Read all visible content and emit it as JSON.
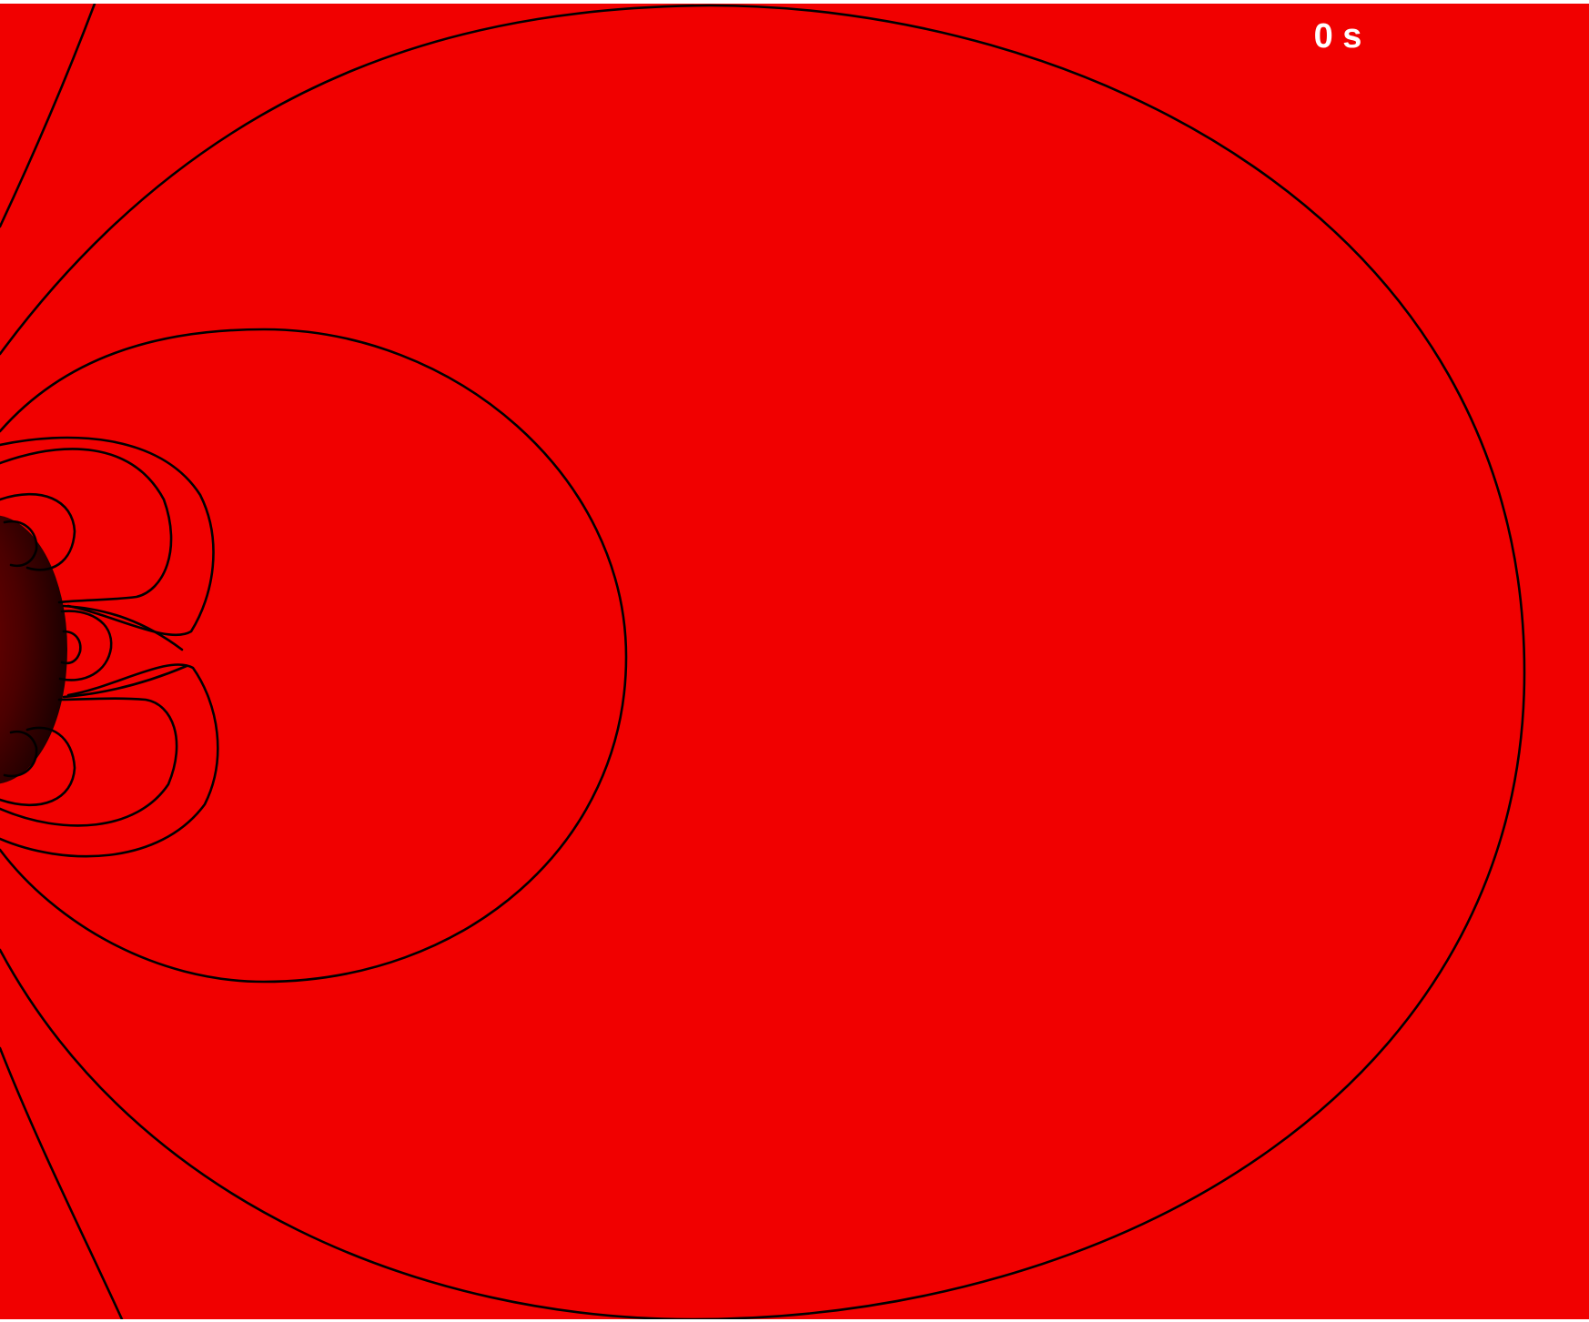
{
  "time_display": {
    "value": 0,
    "unit": "s",
    "text": "0 s"
  },
  "colors": {
    "background": "#f10000",
    "field_lines": "#000000",
    "body_dark": "#2a0000",
    "body_light": "#7a0000",
    "text": "#ffffff"
  }
}
